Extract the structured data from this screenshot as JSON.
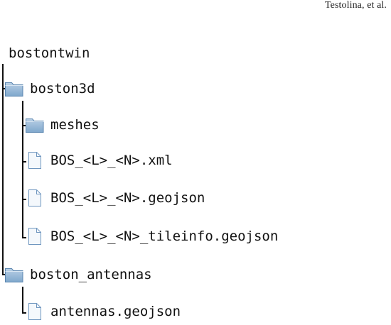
{
  "header": {
    "author": "Testolina, et al."
  },
  "tree": {
    "root": "bostontwin",
    "children": [
      {
        "type": "folder",
        "icon": "folder-icon",
        "label": "boston3d",
        "children": [
          {
            "type": "folder",
            "icon": "folder-icon",
            "label": "meshes"
          },
          {
            "type": "file",
            "icon": "file-icon",
            "label": "BOS_<L>_<N>.xml"
          },
          {
            "type": "file",
            "icon": "file-icon",
            "label": "BOS_<L>_<N>.geojson"
          },
          {
            "type": "file",
            "icon": "file-icon",
            "label": "BOS_<L>_<N>_tileinfo.geojson"
          }
        ]
      },
      {
        "type": "folder",
        "icon": "folder-icon",
        "label": "boston_antennas",
        "children": [
          {
            "type": "file",
            "icon": "file-icon",
            "label": "antennas.geojson"
          }
        ]
      }
    ]
  },
  "colors": {
    "folder_fill_top": "#b9d0e6",
    "folder_fill_bottom": "#7fa7cc",
    "folder_stroke": "#5b86b0",
    "file_fill": "#f4f8fc",
    "file_stroke": "#6f96bf",
    "line": "#111111"
  }
}
